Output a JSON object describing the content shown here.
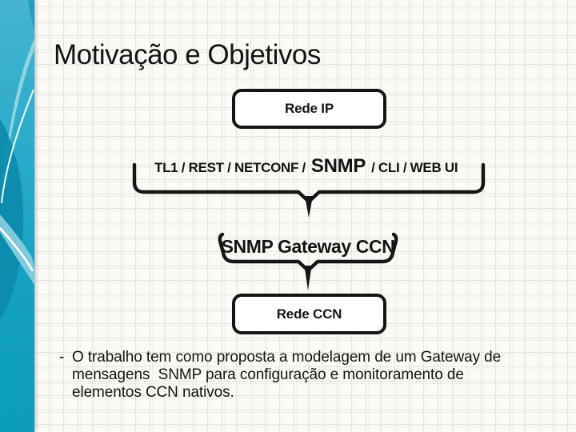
{
  "slide": {
    "title": "Motivação e Objetivos"
  },
  "diagram": {
    "box_top": "Rede IP",
    "protocols": {
      "prefix": "TL1 / REST / NETCONF /",
      "highlight": "SNMP",
      "suffix": "/ CLI / WEB UI"
    },
    "gateway": "SNMP Gateway CCN",
    "box_bottom": "Rede CCN"
  },
  "body": {
    "bullet": "-",
    "lines": [
      "O trabalho tem como proposta a modelagem de um Gateway de",
      "mensagens  SNMP para configuração e monitoramento de",
      "elementos CCN nativos."
    ]
  },
  "colors": {
    "ink": "#141414",
    "grid_line": "#e4e4dd",
    "grid_line_light": "#f0efe9",
    "sidebar_teal_top": "#46b4d2",
    "sidebar_teal_bottom": "#0d9cbe",
    "sidebar_dark_wave": "#0d8aad",
    "sidebar_highlight": "#9ad7e6",
    "box_fill": "#ffffff"
  }
}
